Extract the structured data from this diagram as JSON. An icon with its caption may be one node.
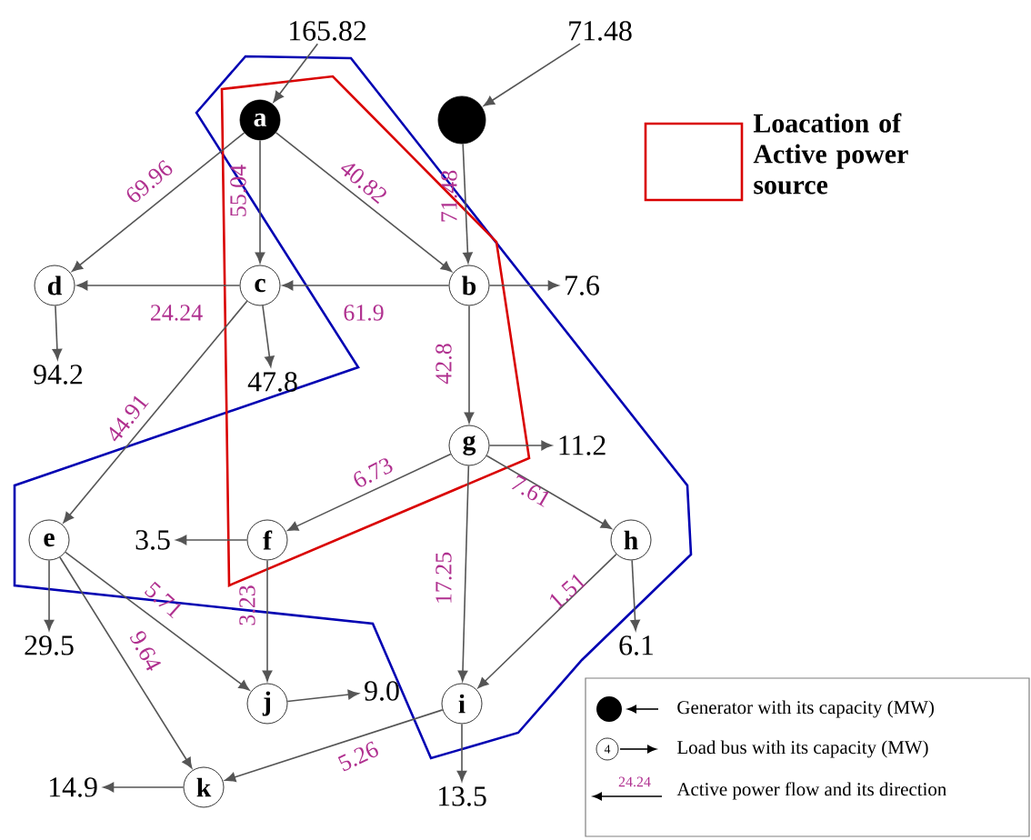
{
  "diagram": {
    "nodes": [
      {
        "text": [
          "165.82"
        ]
      },
      {
        "text": [
          "a"
        ]
      },
      {
        "text": [
          "71.48"
        ]
      },
      {
        "text": [],
        "shape": "circle"
      },
      {
        "text": [
          "d"
        ]
      },
      {
        "text": [
          "c"
        ]
      },
      {
        "text": [
          "b"
        ]
      },
      {
        "text": [
          "7.6"
        ]
      },
      {
        "text": [
          "94.2"
        ]
      },
      {
        "text": [
          "47.8"
        ]
      },
      {
        "text": [
          "g"
        ]
      },
      {
        "text": [
          "11.2"
        ]
      },
      {
        "text": [
          "e"
        ]
      },
      {
        "text": [
          "3.5"
        ]
      },
      {
        "text": [
          "f"
        ]
      },
      {
        "text": [
          "h"
        ]
      },
      {
        "text": [
          "29.5"
        ]
      },
      {
        "text": [
          "6.1"
        ]
      },
      {
        "text": [
          "j"
        ]
      },
      {
        "text": [
          "9.0"
        ]
      },
      {
        "text": [
          "i"
        ]
      },
      {
        "text": [
          "k"
        ]
      },
      {
        "text": [
          "14.9"
        ]
      },
      {
        "text": [
          "13.5"
        ]
      }
    ],
    "edges": [
      {
        "from": 0,
        "to": 1,
        "arrow": "to"
      },
      {
        "from": 2,
        "to": 3,
        "arrow": "to"
      },
      {
        "from": 3,
        "to": 6,
        "arrow": "to",
        "label": "71.48"
      },
      {
        "from": 1,
        "to": 5,
        "arrow": "to",
        "label": "55.04"
      },
      {
        "from": 1,
        "to": 6,
        "arrow": "to",
        "label": "40.82"
      },
      {
        "from": 1,
        "to": 4,
        "arrow": "to",
        "label": "69.96"
      },
      {
        "from": 6,
        "to": 5,
        "arrow": "to",
        "label": "61.9"
      },
      {
        "from": 5,
        "to": 4,
        "arrow": "to",
        "label": "24.24"
      },
      {
        "from": 5,
        "to": 12,
        "arrow": "to",
        "label": "44.91"
      },
      {
        "from": 5,
        "to": 9,
        "arrow": "to"
      },
      {
        "from": 4,
        "to": 8,
        "arrow": "to"
      },
      {
        "from": 6,
        "to": 7,
        "arrow": "to"
      },
      {
        "from": 6,
        "to": 10,
        "arrow": "to",
        "label": "42.8"
      },
      {
        "from": 10,
        "to": 11,
        "arrow": "to"
      },
      {
        "from": 10,
        "to": 14,
        "arrow": "to",
        "label": "6.73"
      },
      {
        "from": 10,
        "to": 15,
        "arrow": "to",
        "label": "7.61"
      },
      {
        "from": 10,
        "to": 20,
        "arrow": "to",
        "label": "17.25"
      },
      {
        "from": 14,
        "to": 13,
        "arrow": "to"
      },
      {
        "from": 14,
        "to": 18,
        "arrow": "to",
        "label": "3.23"
      },
      {
        "from": 15,
        "to": 20,
        "arrow": "to",
        "label": "1.51"
      },
      {
        "from": 15,
        "to": 17,
        "arrow": "to"
      },
      {
        "from": 12,
        "to": 16,
        "arrow": "to"
      },
      {
        "from": 12,
        "to": 18,
        "arrow": "to",
        "label": "5.71"
      },
      {
        "from": 12,
        "to": 21,
        "arrow": "to",
        "label": "9.64"
      },
      {
        "from": 18,
        "to": 19,
        "arrow": "to"
      },
      {
        "from": 20,
        "to": 23,
        "arrow": "to"
      },
      {
        "from": 20,
        "to": 21,
        "arrow": "to",
        "label": "5.26"
      },
      {
        "from": 21,
        "to": 22,
        "arrow": "to"
      }
    ],
    "labels": [
      "4",
      "24.24"
    ],
    "legend": [
      {
        "text": "Loacation of Active power source"
      },
      {
        "text": "Generator with its capacity (MW)"
      },
      {
        "text": "Load bus with its capacity (MW)"
      },
      {
        "text": "Active power flow and its direction"
      }
    ]
  }
}
